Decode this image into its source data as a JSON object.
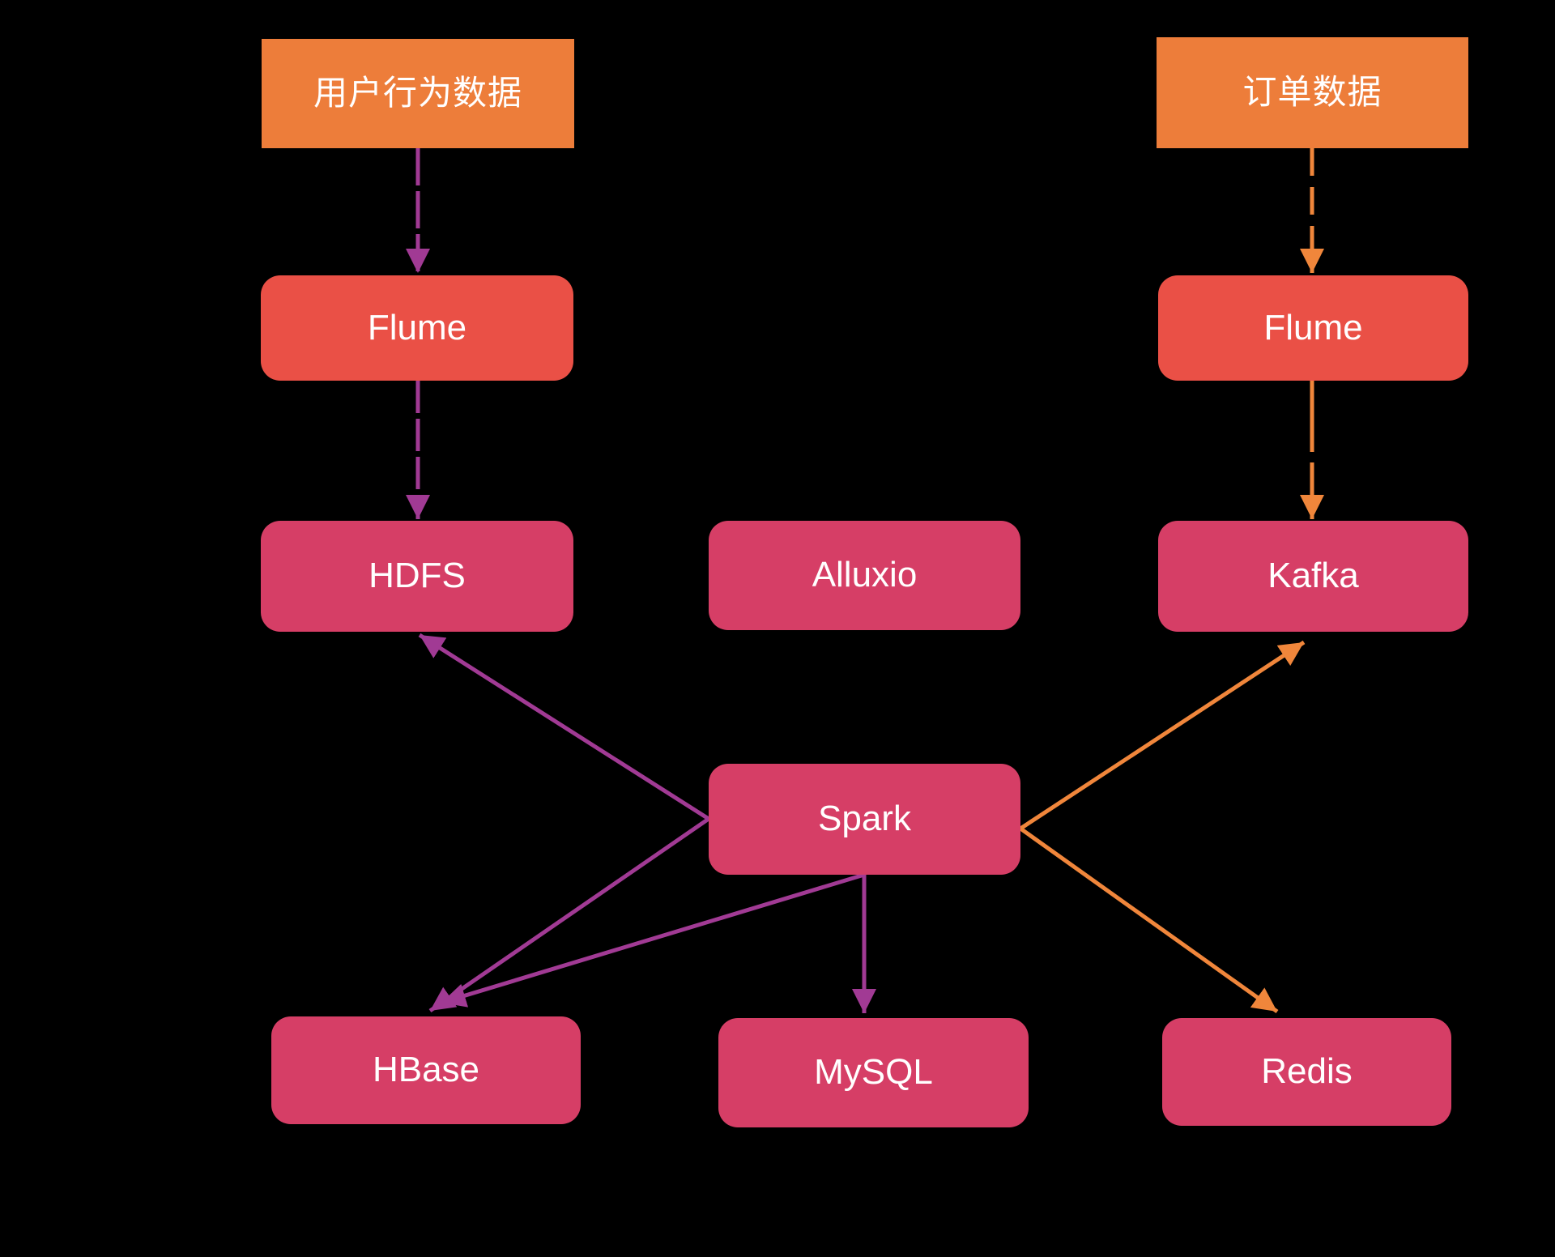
{
  "diagram": {
    "title": "streaming-data-architecture",
    "background": "#000000",
    "colors": {
      "source_fill": "#ED7D3A",
      "flume_fill": "#EA5046",
      "store_fill": "#D63E66",
      "purple_arrow": "#A13A94",
      "orange_arrow": "#F0863B",
      "label_text": "#FFFFFF"
    },
    "nodes": {
      "user_behavior": {
        "label": "用户行为数据",
        "type": "source"
      },
      "order": {
        "label": "订单数据",
        "type": "source"
      },
      "flume_left": {
        "label": "Flume",
        "type": "collector"
      },
      "flume_right": {
        "label": "Flume",
        "type": "collector"
      },
      "hdfs": {
        "label": "HDFS",
        "type": "storage"
      },
      "alluxio": {
        "label": "Alluxio",
        "type": "storage"
      },
      "kafka": {
        "label": "Kafka",
        "type": "storage"
      },
      "spark": {
        "label": "Spark",
        "type": "compute"
      },
      "hbase": {
        "label": "HBase",
        "type": "storage"
      },
      "mysql": {
        "label": "MySQL",
        "type": "storage"
      },
      "redis": {
        "label": "Redis",
        "type": "storage"
      }
    },
    "edges": [
      {
        "from": "user_behavior",
        "to": "flume_left",
        "color": "purple",
        "style": "dashed"
      },
      {
        "from": "flume_left",
        "to": "hdfs",
        "color": "purple",
        "style": "dashed"
      },
      {
        "from": "order",
        "to": "flume_right",
        "color": "orange",
        "style": "dashed"
      },
      {
        "from": "flume_right",
        "to": "kafka",
        "color": "orange",
        "style": "dashed"
      },
      {
        "from": "spark",
        "to": "hdfs",
        "color": "purple",
        "style": "solid"
      },
      {
        "from": "spark",
        "to": "hbase",
        "color": "purple",
        "style": "solid",
        "anchor": "left"
      },
      {
        "from": "spark",
        "to": "hbase",
        "color": "purple",
        "style": "solid",
        "anchor": "bottom"
      },
      {
        "from": "spark",
        "to": "mysql",
        "color": "purple",
        "style": "solid"
      },
      {
        "from": "spark",
        "to": "kafka",
        "color": "orange",
        "style": "solid"
      },
      {
        "from": "spark",
        "to": "redis",
        "color": "orange",
        "style": "solid"
      }
    ]
  }
}
